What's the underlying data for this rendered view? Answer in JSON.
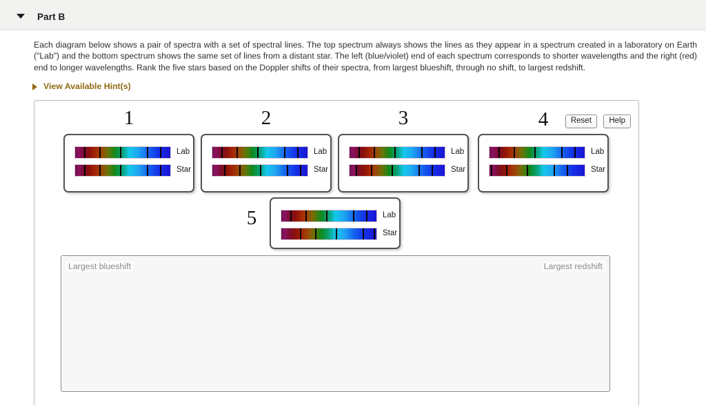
{
  "header": {
    "caret_icon": "caret-down-icon",
    "title": "Part B"
  },
  "prompt": {
    "text": "Each diagram below shows a pair of spectra with a set of spectral lines. The top spectrum always shows the lines as they appear in a spectrum created in a laboratory on Earth (\"Lab\") and the bottom spectrum shows the same set of lines from a distant star. The left (blue/violet) end of each spectrum corresponds to shorter wavelengths and the right (red) end to longer wavelengths. Rank the five stars based on the Doppler shifts of their spectra, from largest blueshift, through no shift, to largest redshift."
  },
  "hint": {
    "caret_icon": "caret-right-icon",
    "label": "View Available Hint(s)"
  },
  "toolbar": {
    "reset_label": "Reset",
    "help_label": "Help"
  },
  "labels": {
    "lab": "Lab",
    "star": "Star"
  },
  "answer_area": {
    "left_endcap": "Largest blueshift",
    "right_endcap": "Largest redshift"
  },
  "colors": {
    "panel_border": "#b9b9b9",
    "card_border": "#55504d",
    "hint_link": "#8f6b11",
    "header_bg": "#f2f2f0",
    "answer_bg": "#f7f7f7",
    "spectral_line": "#0a0408"
  },
  "chart_data": {
    "type": "spectra",
    "title": "Doppler shift spectra comparison",
    "description": "Five numbered cards, each with a Lab reference spectrum and a Star spectrum; spectral line positions given as percent of strip width from the violet (left) end.",
    "strip_gradient_stops": [
      {
        "pos": 0,
        "color": "#6e1450"
      },
      {
        "pos": 9,
        "color": "#7a0d2e"
      },
      {
        "pos": 21,
        "color": "#a52505"
      },
      {
        "pos": 34,
        "color": "#6d7206"
      },
      {
        "pos": 42,
        "color": "#0f8a1c"
      },
      {
        "pos": 57,
        "color": "#14c8ec"
      },
      {
        "pos": 77,
        "color": "#1561ef"
      },
      {
        "pos": 100,
        "color": "#1a15d2"
      }
    ],
    "cards": [
      {
        "number": "1",
        "shift": "no shift",
        "lab_lines": [
          10,
          26,
          48,
          76,
          90
        ],
        "star_lines": [
          10,
          26,
          48,
          76,
          90
        ]
      },
      {
        "number": "2",
        "shift": "small redshift",
        "lab_lines": [
          10,
          26,
          48,
          76,
          90
        ],
        "star_lines": [
          13,
          29,
          51,
          79,
          93
        ]
      },
      {
        "number": "3",
        "shift": "small blueshift",
        "lab_lines": [
          10,
          26,
          48,
          76,
          90
        ],
        "star_lines": [
          7,
          23,
          45,
          73,
          87
        ]
      },
      {
        "number": "4",
        "shift": "largest blueshift",
        "lab_lines": [
          10,
          26,
          48,
          76,
          90
        ],
        "star_lines": [
          2,
          18,
          40,
          68,
          82
        ]
      },
      {
        "number": "5",
        "shift": "largest redshift",
        "lab_lines": [
          10,
          26,
          48,
          76,
          90
        ],
        "star_lines": [
          20,
          36,
          58,
          86,
          98
        ]
      }
    ]
  }
}
